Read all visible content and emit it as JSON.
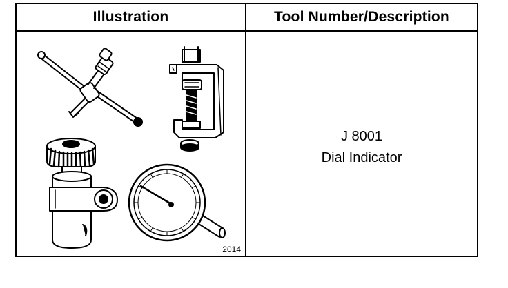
{
  "table": {
    "header_illustration": "Illustration",
    "header_tool": "Tool Number/Description"
  },
  "illustration": {
    "figure_number": "2014",
    "parts": [
      "cross-handle-wrench-icon",
      "c-clamp-mount-icon",
      "knurled-clamp-post-icon",
      "dial-gauge-icon"
    ]
  },
  "tool": {
    "number": "J 8001",
    "description": "Dial Indicator"
  }
}
